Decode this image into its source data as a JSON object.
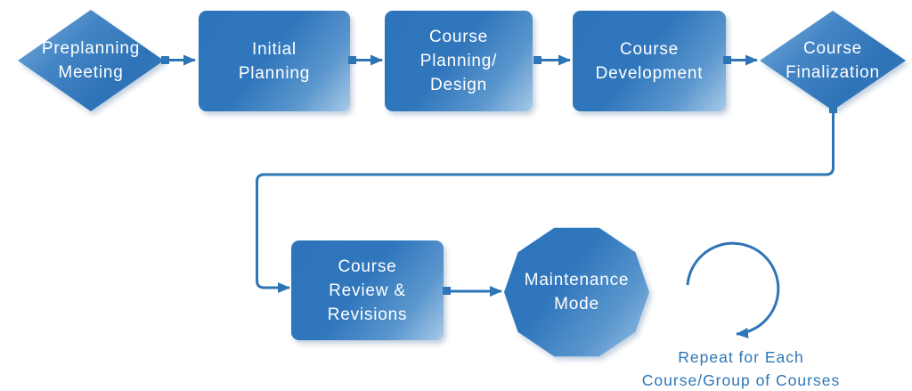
{
  "diagram": {
    "type": "flowchart",
    "colors": {
      "accent": "#2E75B6",
      "node_gradient_start": "#2E74BA",
      "node_gradient_end": "#A8CAE9",
      "diamond_gradient_start": "#7FB1DE",
      "label_text": "#FFFFFF",
      "note_text": "#2E75B6"
    },
    "nodes": [
      {
        "id": "preplanning-meeting",
        "shape": "diamond",
        "label": "Preplanning\nMeeting"
      },
      {
        "id": "initial-planning",
        "shape": "rounded-rectangle",
        "label": "Initial\nPlanning"
      },
      {
        "id": "course-planning-design",
        "shape": "rounded-rectangle",
        "label": "Course\nPlanning/\nDesign"
      },
      {
        "id": "course-development",
        "shape": "rounded-rectangle",
        "label": "Course\nDevelopment"
      },
      {
        "id": "course-finalization",
        "shape": "diamond",
        "label": "Course\nFinalization"
      },
      {
        "id": "course-review-revisions",
        "shape": "rounded-rectangle",
        "label": "Course\nReview &\nRevisions"
      },
      {
        "id": "maintenance-mode",
        "shape": "decagon",
        "label": "Maintenance\nMode"
      }
    ],
    "edges": [
      {
        "from": "preplanning-meeting",
        "to": "initial-planning",
        "route": "straight"
      },
      {
        "from": "initial-planning",
        "to": "course-planning-design",
        "route": "straight"
      },
      {
        "from": "course-planning-design",
        "to": "course-development",
        "route": "straight"
      },
      {
        "from": "course-development",
        "to": "course-finalization",
        "route": "straight"
      },
      {
        "from": "course-finalization",
        "to": "course-review-revisions",
        "route": "elbow"
      },
      {
        "from": "course-review-revisions",
        "to": "maintenance-mode",
        "route": "straight"
      }
    ],
    "annotations": {
      "repeat_loop_icon": "circular-arrow",
      "repeat_note": "Repeat for Each\nCourse/Group of Courses"
    }
  }
}
